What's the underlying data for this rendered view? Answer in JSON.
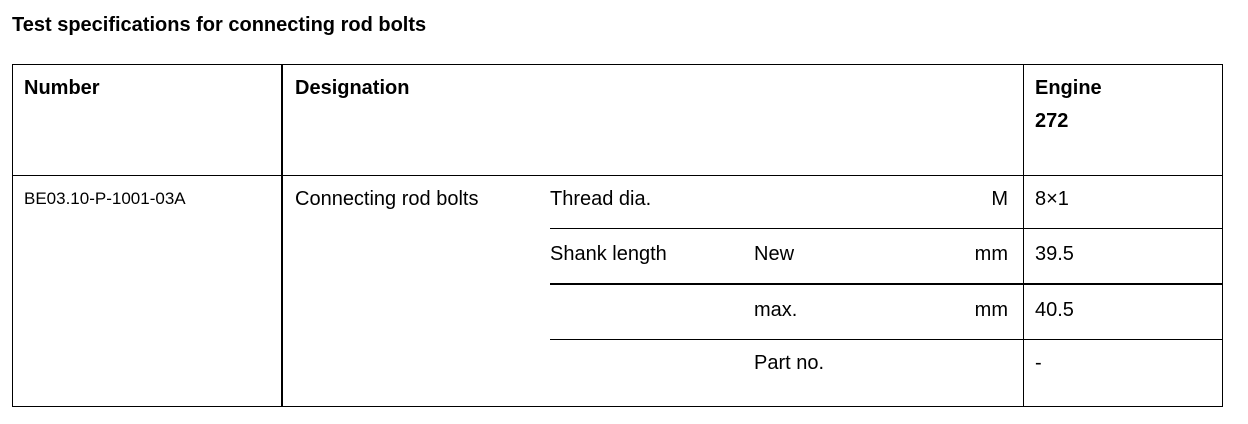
{
  "title": "Test specifications for connecting rod bolts",
  "table": {
    "headers": {
      "number": "Number",
      "designation": "Designation",
      "engine_line1": "Engine",
      "engine_line2": "272"
    },
    "row": {
      "number": "BE03.10-P-1001-03A",
      "designation": "Connecting rod bolts",
      "specs": [
        {
          "label": "Thread dia.",
          "sub": "",
          "unit": "M",
          "value": "8×1"
        },
        {
          "label": "Shank length",
          "sub": "New",
          "unit": "mm",
          "value": "39.5"
        },
        {
          "label": "",
          "sub": "max.",
          "unit": "mm",
          "value": "40.5"
        },
        {
          "label": "",
          "sub": "Part no.",
          "unit": "",
          "value": "-"
        }
      ]
    }
  }
}
